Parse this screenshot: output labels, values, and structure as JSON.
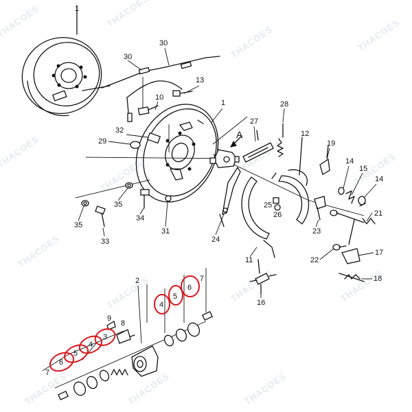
{
  "watermark_text": "THACOES",
  "arrow_label": "A",
  "callouts": {
    "c1_top": "1",
    "c1_mid": "1",
    "c2": "2",
    "c3_a": "3",
    "c4_a": "4",
    "c5_a": "5",
    "c6_a": "6",
    "c4_b": "4",
    "c5_b": "5",
    "c6_b": "6",
    "c7_a": "7",
    "c7_b": "7",
    "c8": "8",
    "c9": "9",
    "c10": "10",
    "c11": "11",
    "c12": "12",
    "c13": "13",
    "c14_a": "14",
    "c14_b": "14",
    "c15": "15",
    "c16": "16",
    "c17": "17",
    "c18": "18",
    "c19": "19",
    "c21": "21",
    "c22": "22",
    "c23": "23",
    "c24": "24",
    "c25": "25",
    "c26": "26",
    "c27": "27",
    "c28": "28",
    "c29": "29",
    "c30_a": "30",
    "c30_b": "30",
    "c31": "31",
    "c32": "32",
    "c33": "33",
    "c34": "34",
    "c35_a": "35",
    "c35_b": "35"
  },
  "highlight_color": "#d8161b"
}
